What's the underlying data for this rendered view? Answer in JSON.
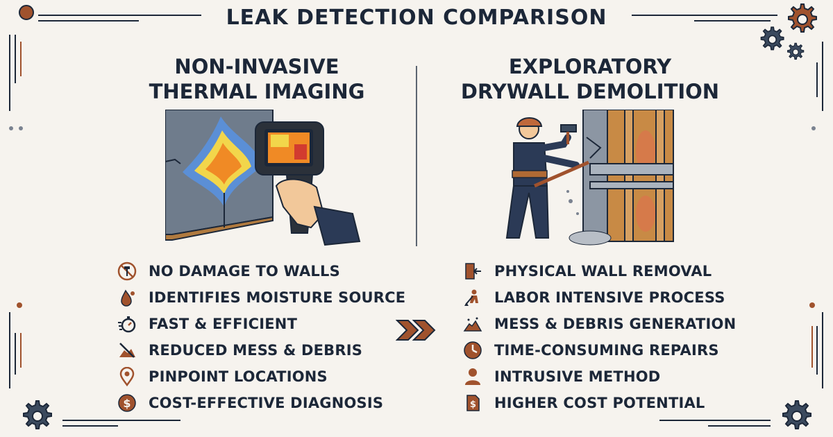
{
  "title": "LEAK DETECTION COMPARISON",
  "left": {
    "heading_line1": "NON-INVASIVE",
    "heading_line2": "THERMAL IMAGING",
    "items": [
      {
        "label": "NO DAMAGE TO WALLS",
        "icon": "no-hammer-icon"
      },
      {
        "label": "IDENTIFIES MOISTURE SOURCE",
        "icon": "water-drop-icon"
      },
      {
        "label": "FAST & EFFICIENT",
        "icon": "stopwatch-icon"
      },
      {
        "label": "REDUCED MESS & DEBRIS",
        "icon": "no-debris-icon"
      },
      {
        "label": "PINPOINT LOCATIONS",
        "icon": "map-pin-icon"
      },
      {
        "label": "COST-EFFECTIVE DIAGNOSIS",
        "icon": "dollar-coin-icon"
      }
    ]
  },
  "right": {
    "heading_line1": "EXPLORATORY",
    "heading_line2": "DRYWALL DEMOLITION",
    "items": [
      {
        "label": "PHYSICAL WALL REMOVAL",
        "icon": "wall-removal-icon"
      },
      {
        "label": "LABOR INTENSIVE PROCESS",
        "icon": "worker-shovel-icon"
      },
      {
        "label": "MESS & DEBRIS GENERATION",
        "icon": "debris-pile-icon"
      },
      {
        "label": "TIME-CONSUMING REPAIRS",
        "icon": "clock-icon"
      },
      {
        "label": "INTRUSIVE METHOD",
        "icon": "person-icon"
      },
      {
        "label": "HIGHER COST POTENTIAL",
        "icon": "cost-document-icon"
      }
    ]
  },
  "colors": {
    "accent": "#a0522d",
    "dark": "#1c2738",
    "background": "#f6f3ee"
  }
}
